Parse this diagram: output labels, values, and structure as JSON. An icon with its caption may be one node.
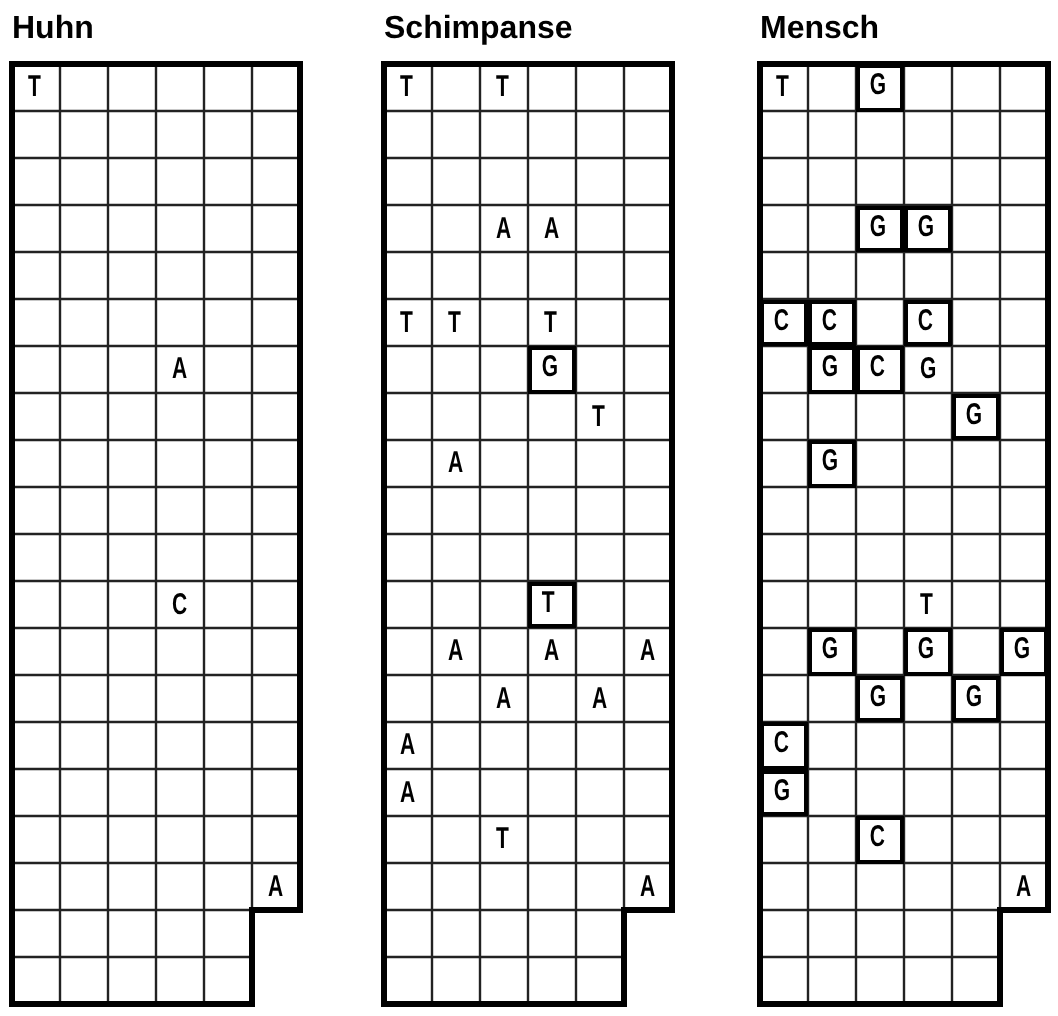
{
  "diagram": {
    "nodes": [
      {
        "text": [
          "Huhn",
          "T",
          "A",
          "C",
          "A"
        ]
      },
      {
        "text": [
          "Schimpanse",
          "T",
          "T",
          "A",
          "A",
          "T",
          "T",
          "T",
          "T",
          "A",
          "A",
          "A",
          "A",
          "A",
          "A",
          "A",
          "A",
          "T",
          "A"
        ]
      },
      {
        "text": [
          "Mensch",
          "T",
          "G",
          "T",
          "A"
        ]
      },
      {
        "text": [
          "G"
        ],
        "in": 1
      },
      {
        "text": [
          "T"
        ],
        "in": 1
      },
      {
        "text": [
          "G"
        ],
        "in": 2
      },
      {
        "text": [
          "G"
        ],
        "in": 2
      },
      {
        "text": [
          "G"
        ],
        "in": 2
      },
      {
        "text": [
          "C"
        ],
        "in": 2
      },
      {
        "text": [
          "C"
        ],
        "in": 2
      },
      {
        "text": [
          "C"
        ],
        "in": 2
      },
      {
        "text": [
          "G"
        ],
        "in": 2
      },
      {
        "text": [
          "C"
        ],
        "in": 2
      },
      {
        "text": [
          "G"
        ],
        "in": 2
      },
      {
        "text": [
          "G"
        ],
        "in": 2
      },
      {
        "text": [
          "G"
        ],
        "in": 2
      },
      {
        "text": [
          "G"
        ],
        "in": 2
      },
      {
        "text": [
          "G"
        ],
        "in": 2
      },
      {
        "text": [
          "G"
        ],
        "in": 2
      },
      {
        "text": [
          "G"
        ],
        "in": 2
      },
      {
        "text": [
          "C"
        ],
        "in": 2
      },
      {
        "text": [
          "G"
        ],
        "in": 2
      },
      {
        "text": [
          "C"
        ],
        "in": 2
      }
    ]
  }
}
